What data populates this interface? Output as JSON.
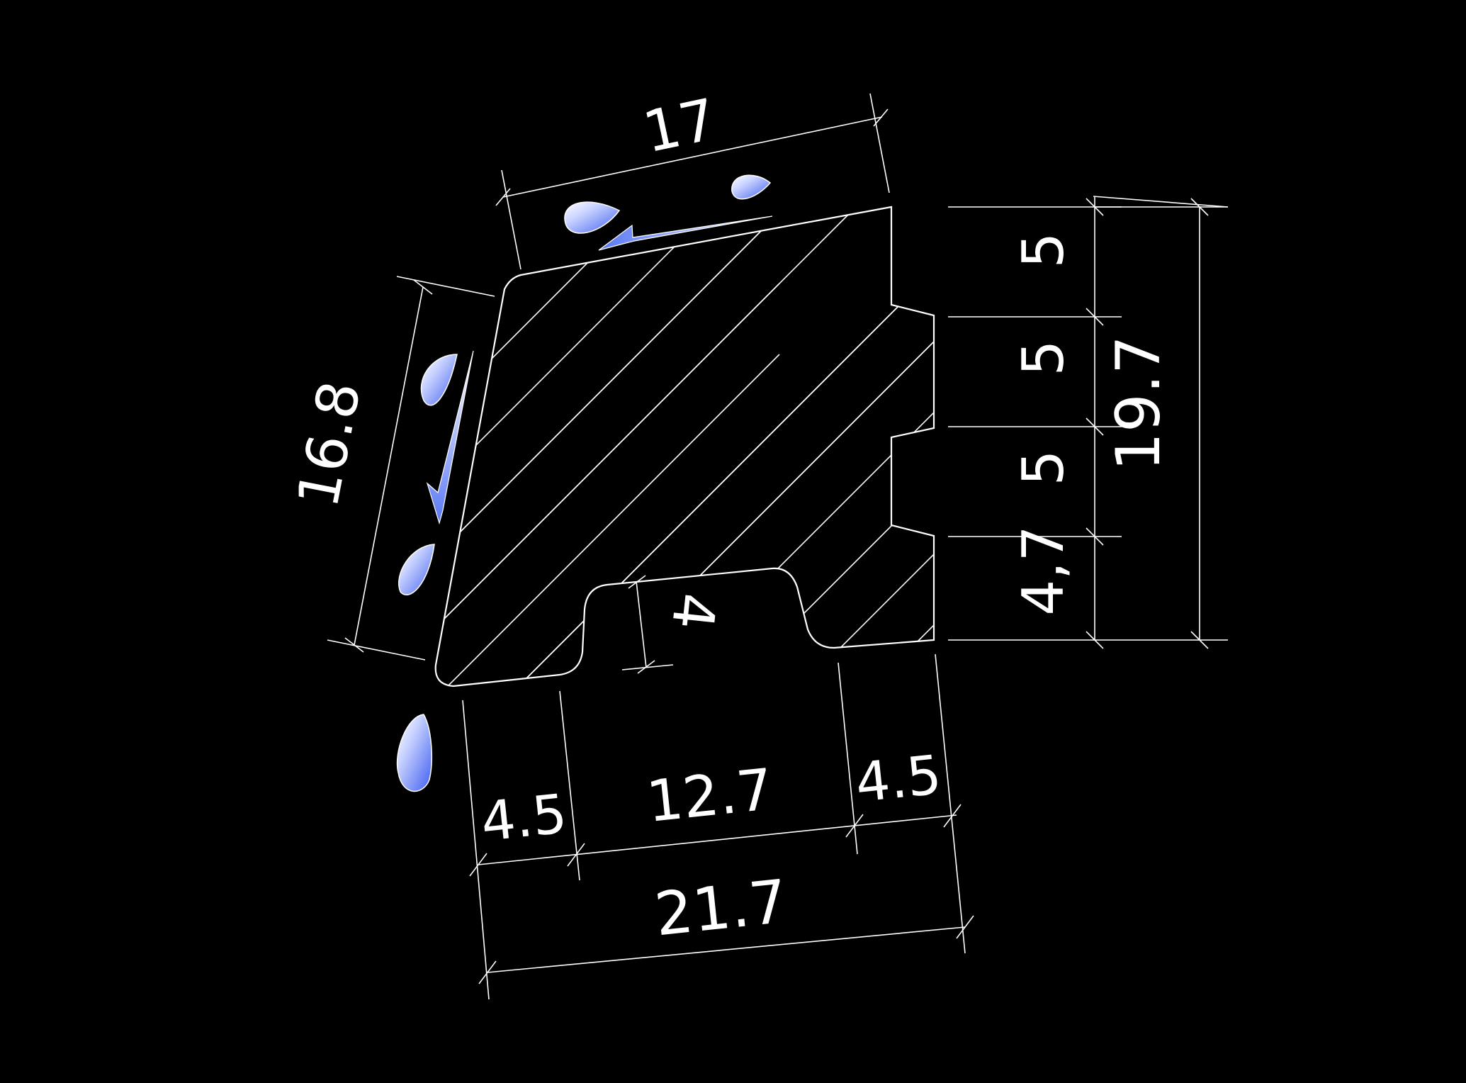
{
  "colors": {
    "background": "#000000",
    "line": "#ffffff",
    "droplet_light": "#ffffff",
    "droplet_dark": "#3d5cf0"
  },
  "dimensions": {
    "top_width": "17",
    "left_height": "16.8",
    "bottom_left_lip": "4.5",
    "bottom_groove": "12.7",
    "bottom_right_lip": "4.5",
    "bottom_total": "21.7",
    "groove_depth": "4",
    "right_segment_1": "5",
    "right_segment_2": "5",
    "right_segment_3": "5",
    "right_segment_4": "4,7",
    "right_total": "19.7"
  },
  "icons": {
    "droplet": "water-drop-icon",
    "flow_arrow": "flow-arrow-icon"
  }
}
